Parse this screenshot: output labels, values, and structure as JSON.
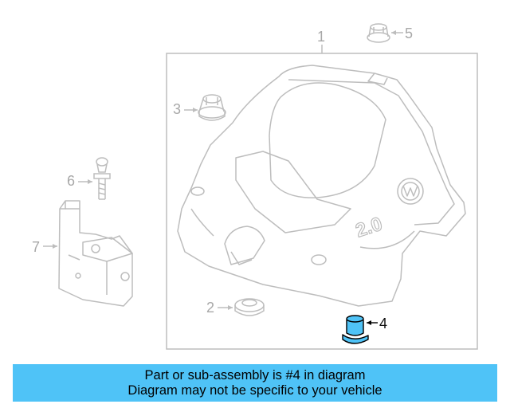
{
  "diagram": {
    "callouts": [
      "1",
      "2",
      "3",
      "4",
      "5",
      "6",
      "7"
    ],
    "highlighted_callout": "4",
    "badge_text": "2.0",
    "colors": {
      "line": "#bdbdbd",
      "highlight": "#4fc3f7",
      "banner": "#4fc3f7",
      "label": "#a8a8a8"
    }
  },
  "banner": {
    "line1": "Part or sub-assembly is #4 in diagram",
    "line2": "Diagram may not be specific to your vehicle"
  }
}
